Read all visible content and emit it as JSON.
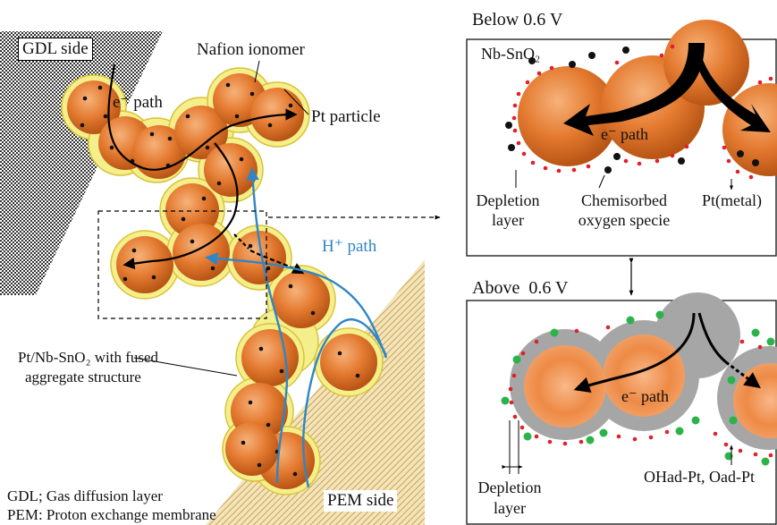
{
  "left": {
    "gdl_side": "GDL side",
    "pem_side": "PEM side",
    "nafion": "Nafion ionomer",
    "pt_particle": "Pt particle",
    "e_path": "e⁻ path",
    "h_path": "H⁺ path",
    "aggregate_line1": "Pt/Nb-SnO₂ with fused",
    "aggregate_line2": "aggregate structure",
    "legend_gdl": "GDL; Gas diffusion layer",
    "legend_pem": "PEM: Proton exchange membrane"
  },
  "top_panel": {
    "title": "Below 0.6 V",
    "nb_sno2": "Nb-SnO₂",
    "e_path": "e⁻ path",
    "depletion1": "Depletion",
    "depletion2": "layer",
    "chem1": "Chemisorbed",
    "chem2": "oxygen specie",
    "pt_metal": "Pt(metal)"
  },
  "bottom_panel": {
    "title": "Above  0.6 V",
    "e_path": "e⁻ path",
    "depletion1": "Depletion",
    "depletion2": "layer",
    "oh_label": "OHad-Pt, Oad-Pt"
  },
  "colors": {
    "particle": "#e8823a",
    "ionomer": "#f4ef8a",
    "proton_path": "#2f86c6",
    "pt_dot_red": "#e0202a",
    "green_dot": "#2bb34a",
    "pem_hatch": "#d9b86a",
    "gdl_hatch": "#444444"
  }
}
